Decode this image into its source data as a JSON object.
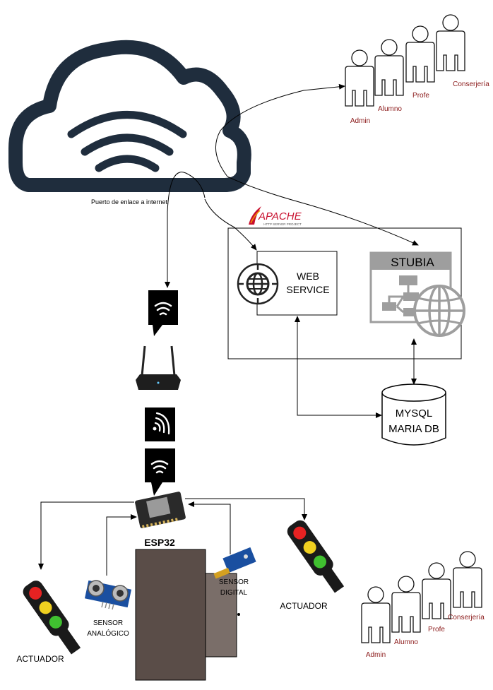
{
  "cloud": {
    "caption": "Puerto de enlace a internet"
  },
  "apache": {
    "logo_text": "APACHE",
    "logo_subtitle": "HTTP SERVER PROJECT"
  },
  "web_service": {
    "line1": "WEB",
    "line2": "SERVICE"
  },
  "stubia": {
    "title": "STUBIA"
  },
  "database": {
    "line1": "MYSQL",
    "line2": "MARIA DB"
  },
  "esp32": {
    "label": "ESP32"
  },
  "sensor_analog": {
    "line1": "SENSOR",
    "line2": "ANALÓGICO"
  },
  "sensor_digital": {
    "line1": "SENSOR",
    "line2": "DIGITAL"
  },
  "actuator_left": {
    "label": "ACTUADOR"
  },
  "actuator_right": {
    "label": "ACTUADOR"
  },
  "users_top": {
    "admin": "Admin",
    "alumno": "Alumno",
    "profe": "Profe",
    "conserjeria": "Conserjería"
  },
  "users_bottom": {
    "admin": "Admin",
    "alumno": "Alumno",
    "profe": "Profe",
    "conserjeria": "Conserjería"
  },
  "colors": {
    "cloud": "#1f2d3d",
    "user_label": "#8b1a1a",
    "stubia_gray": "#9e9e9e",
    "esp32_body": "#5a4d48",
    "apache_red": "#c8102e"
  }
}
